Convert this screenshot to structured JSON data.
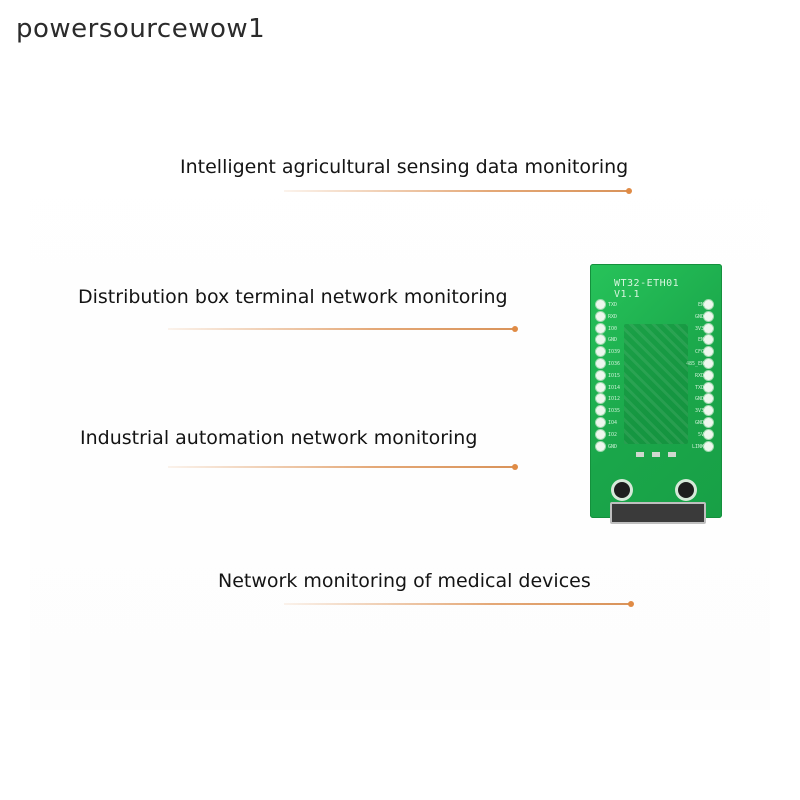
{
  "watermark": "powersourcewow1",
  "features": [
    {
      "label": "Intelligent agricultural sensing data monitoring"
    },
    {
      "label": "Distribution box terminal network monitoring"
    },
    {
      "label": "Industrial automation network monitoring"
    },
    {
      "label": "Network monitoring of medical devices"
    }
  ],
  "board": {
    "model": "WT32-ETH01",
    "version": "V1.1",
    "left_pins": [
      "TXD",
      "RXD",
      "IO0",
      "GND",
      "IO39",
      "IO36",
      "IO15",
      "IO14",
      "IO12",
      "IO35",
      "IO4",
      "IO2",
      "GND"
    ],
    "right_pins": [
      "EN",
      "GND",
      "3V3",
      "EN",
      "CFG",
      "485_EN",
      "RXD",
      "TXD",
      "GND",
      "3V3",
      "GND",
      "5V",
      "LINK"
    ]
  },
  "colors": {
    "accent_line": "#e4a877",
    "accent_dot": "#e08b45",
    "board_green": "#1fae4f"
  }
}
